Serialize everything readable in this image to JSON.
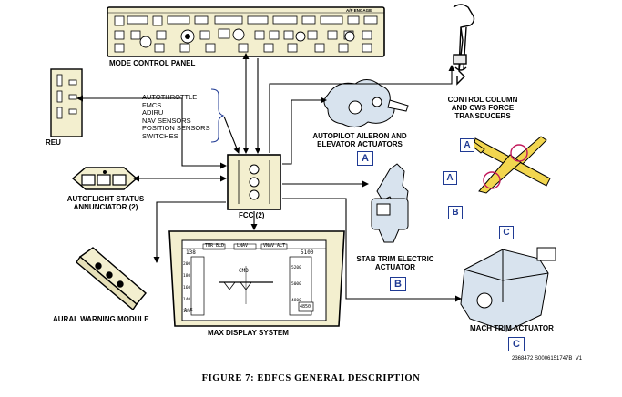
{
  "labels": {
    "mode_control_panel": "MODE CONTROL PANEL",
    "control_column": [
      "CONTROL COLUMN",
      "AND CWS FORCE",
      "TRANSDUCERS"
    ],
    "reu": "REU",
    "inputs": [
      "AUTOTHROTTLE",
      "FMCS",
      "ADIRU",
      "NAV SENSORS",
      "POSITION SENSORS",
      "SWITCHES"
    ],
    "autopilot_actuators": [
      "AUTOPILOT AILERON AND",
      "ELEVATOR ACTUATORS"
    ],
    "autoflight_annunciator": [
      "AUTOFLIGHT STATUS",
      "ANNUNCIATOR (2)"
    ],
    "fcc": "FCC (2)",
    "stab_trim": [
      "STAB TRIM ELECTRIC",
      "ACTUATOR"
    ],
    "aural_warning": "AURAL WARNING MODULE",
    "max_display": "MAX DISPLAY SYSTEM",
    "mach_trim": "MACH TRIM ACTUATOR",
    "mcp_afs_engage": "A/P ENGAGE"
  },
  "letter_boxes": {
    "autopilot": "A",
    "stab_trim": "B",
    "mach_trim": "C",
    "aircraft_a_top": "A",
    "aircraft_a_left": "A",
    "aircraft_b": "B",
    "aircraft_c": "C"
  },
  "display": {
    "fma": [
      "TMR BLD",
      "LNAV",
      "VNAV ALT"
    ],
    "speed_top": "138",
    "alt_top": "5100",
    "speed_bottom": "145",
    "alt_bottom": "4850",
    "cmd": "CMD",
    "speed_ticks": [
      "200",
      "180",
      "160",
      "140",
      "120"
    ],
    "alt_ticks": [
      "5200",
      "5000",
      "4800"
    ]
  },
  "figure_id": "2368472 S0006151747B_V1",
  "caption": "FIGURE 7: EDFCS GENERAL DESCRIPTION",
  "colors": {
    "panel_fill": "#f3efcf",
    "outline": "#000000",
    "letter_box": "#1f3a93",
    "aircraft_fill": "#f2d64f",
    "highlight_circle": "#c2185b",
    "actuator_fill": "#d8e3ee"
  }
}
